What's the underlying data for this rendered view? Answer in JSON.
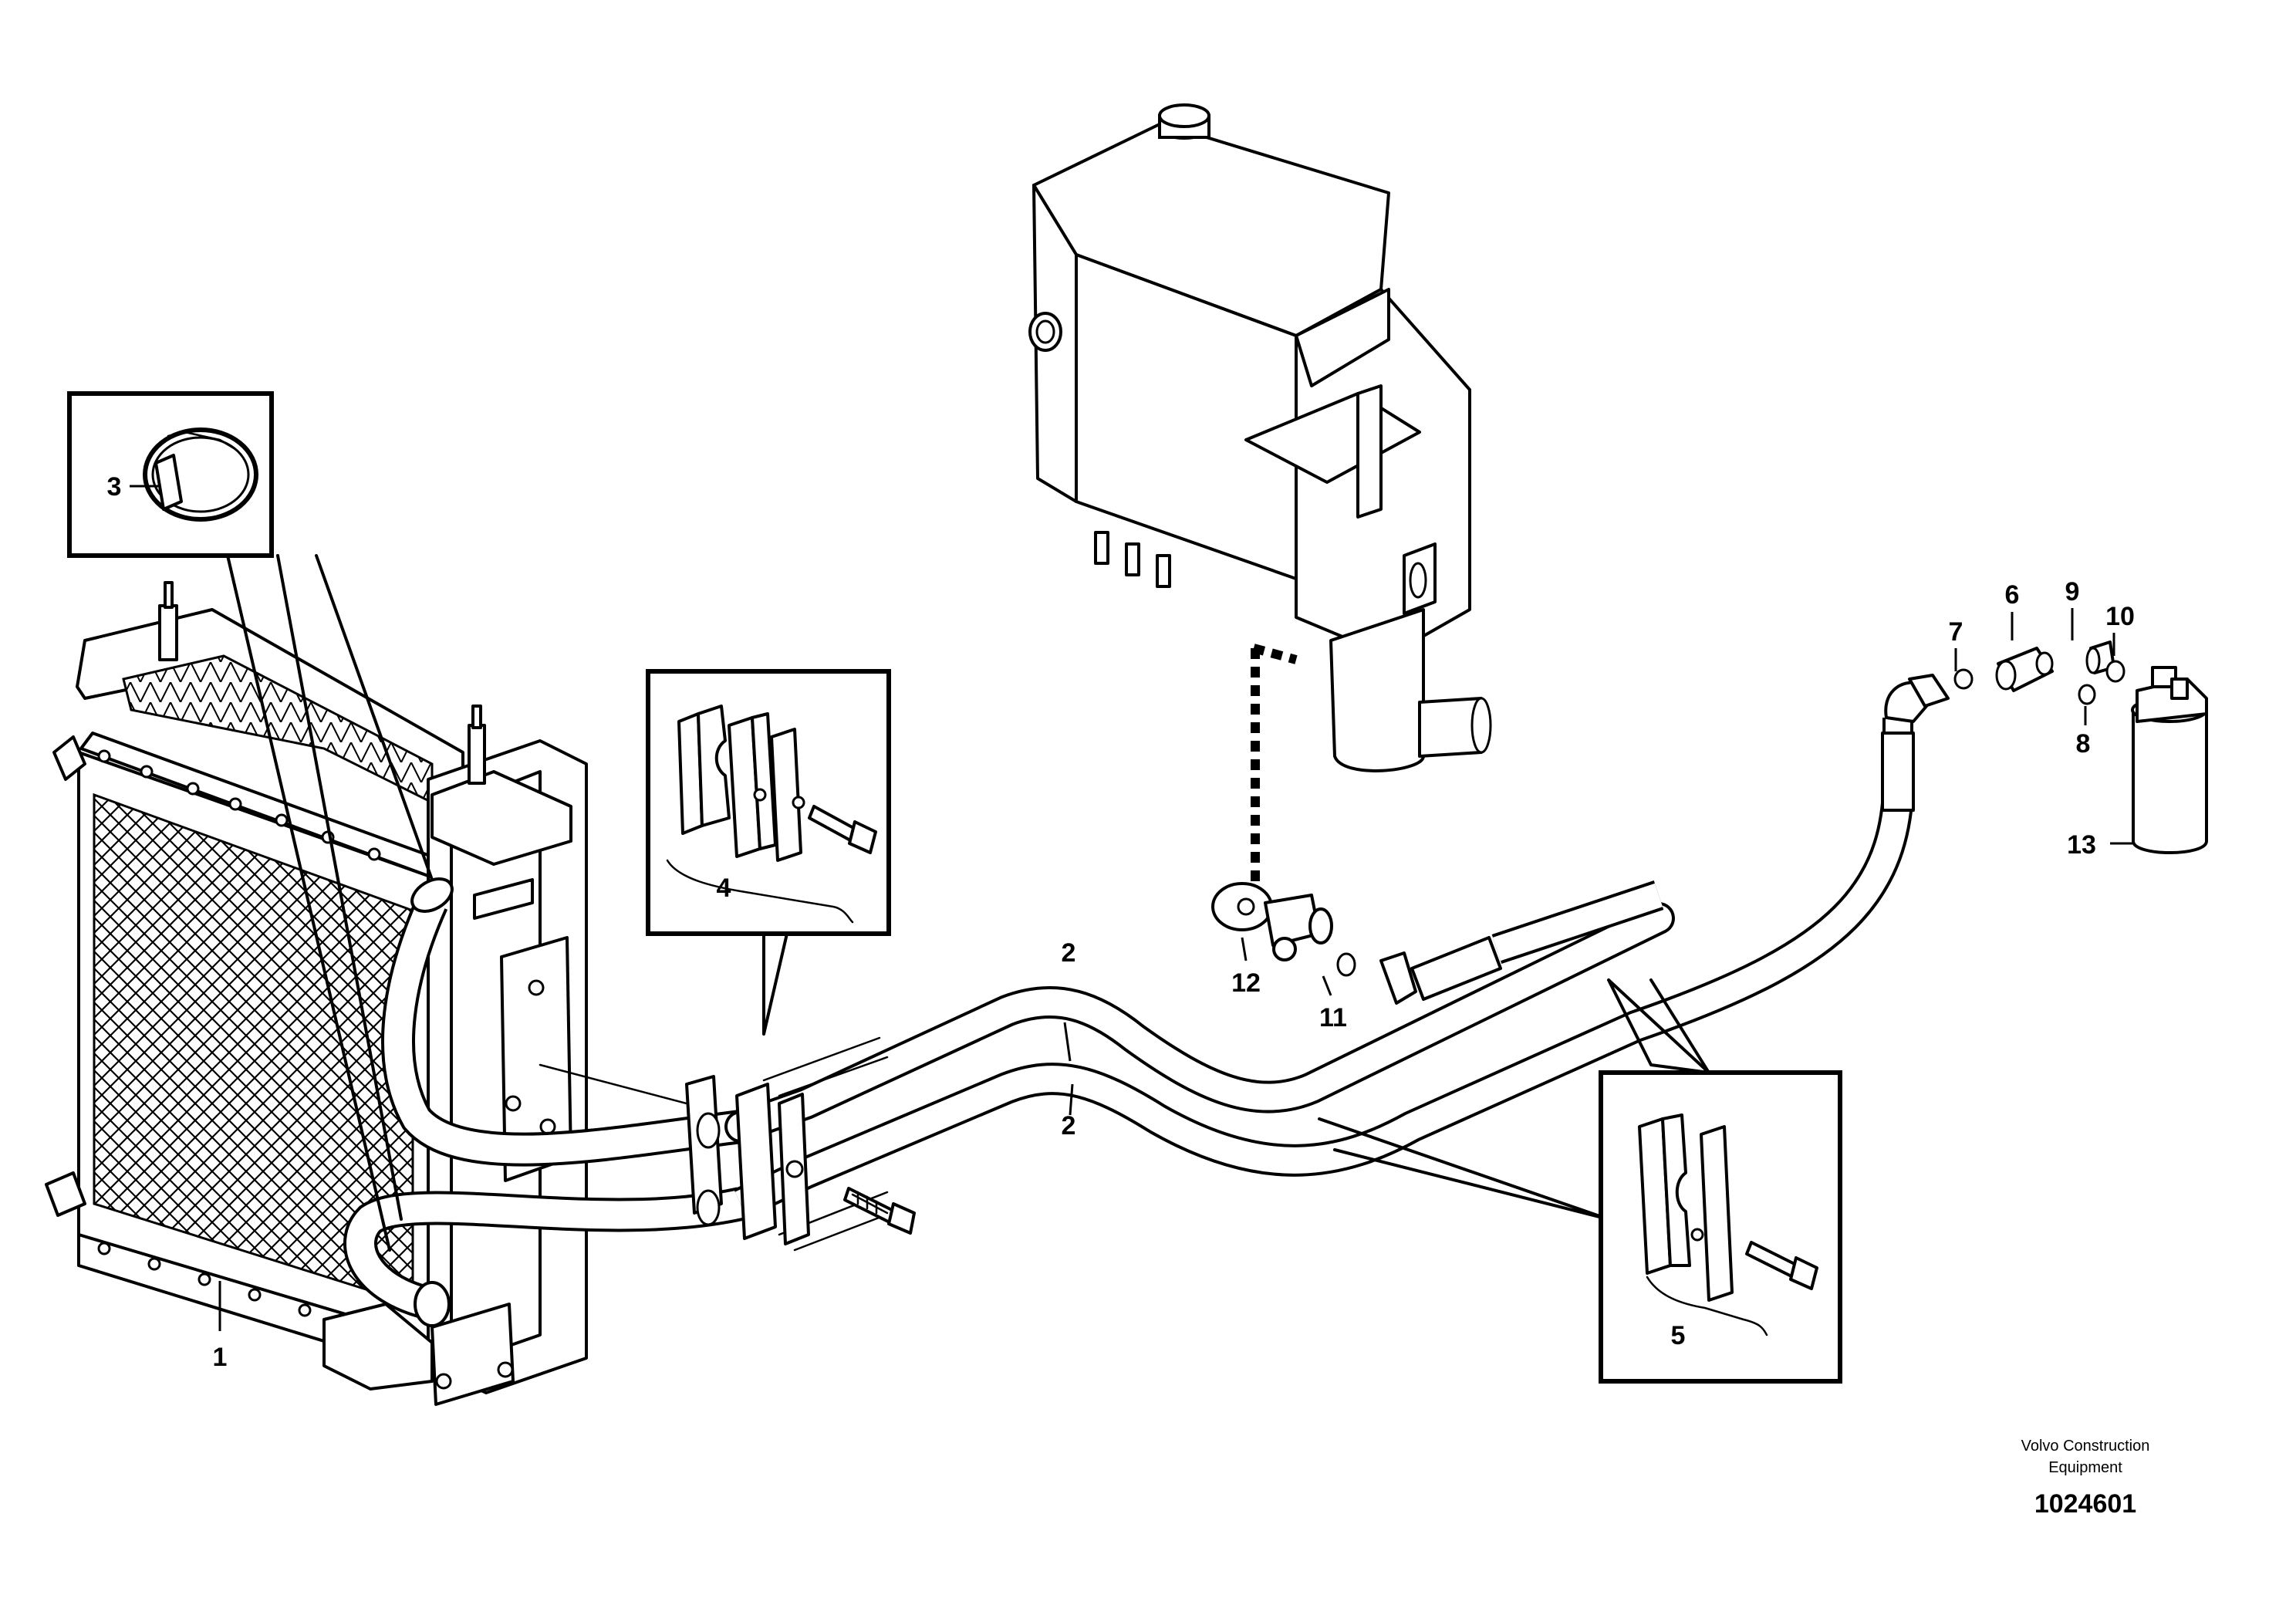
{
  "callouts": {
    "c1": "1",
    "c2a": "2",
    "c2b": "2",
    "c3": "3",
    "c4": "4",
    "c5": "5",
    "c6": "6",
    "c7": "7",
    "c8": "8",
    "c9": "9",
    "c10": "10",
    "c11": "11",
    "c12": "12",
    "c13": "13"
  },
  "footer": {
    "company_line1": "Volvo Construction",
    "company_line2": "Equipment",
    "drawing_number": "1024601"
  }
}
